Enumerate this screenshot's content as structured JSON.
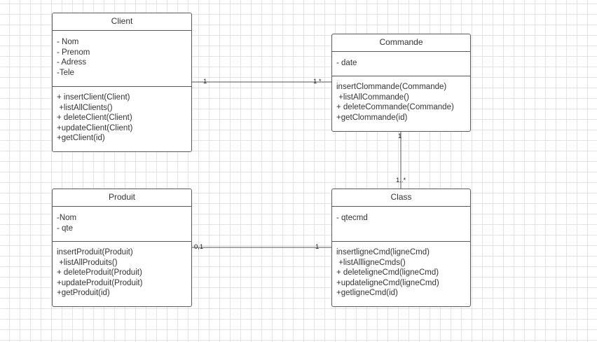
{
  "classes": {
    "client": {
      "name": "Client",
      "attributes": [
        "- Nom",
        "- Prenom",
        "- Adress",
        "-Tele"
      ],
      "operations": [
        "+ insertClient(Client)",
        " +listAllClients()",
        "+ deleteClient(Client)",
        "+updateClient(Client)",
        "+getClient(id)"
      ]
    },
    "commande": {
      "name": "Commande",
      "attributes": [
        "- date"
      ],
      "operations": [
        "insertClommande(Commande)",
        " +listAllCommande()",
        "+ deleteCommande(Commande)",
        "+getClommande(id)"
      ]
    },
    "produit": {
      "name": "Produit",
      "attributes": [
        "-Nom",
        "- qte"
      ],
      "operations": [
        "insertProduit(Produit)",
        " +listAllProduits()",
        "+ deleteProduit(Produit)",
        "+updateProduit(Produit)",
        "+getProduit(id)"
      ]
    },
    "class": {
      "name": "Class",
      "attributes": [
        "- qtecmd"
      ],
      "operations": [
        "insertligneCmd(ligneCmd)",
        " +listAllligneCmds()",
        "+ deleteligneCmd(ligneCmd)",
        "+updateligneCmd(ligneCmd)",
        "+getligneCmd(id)"
      ]
    }
  },
  "associations": {
    "client_commande": {
      "from_mult": "1",
      "to_mult": "1 *"
    },
    "commande_class": {
      "from_mult": "1",
      "to_mult": "1..*"
    },
    "produit_class": {
      "from_mult": "0,1",
      "to_mult": "1"
    }
  }
}
